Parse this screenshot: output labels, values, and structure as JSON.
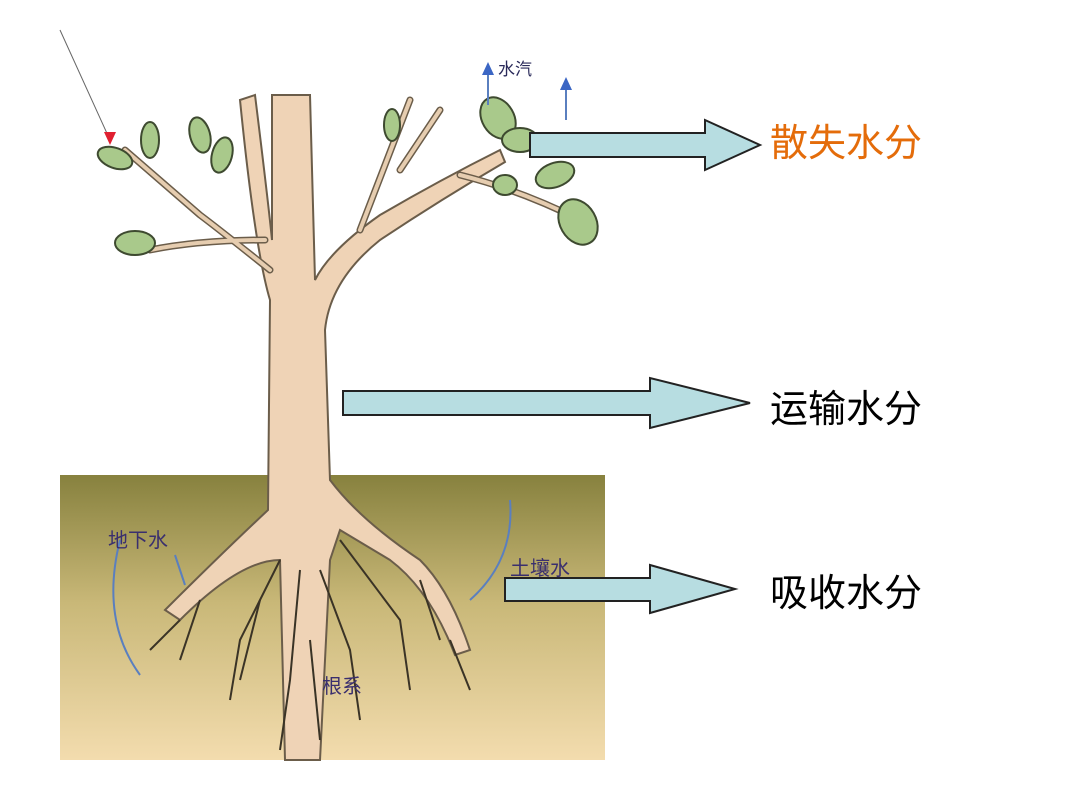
{
  "labels": {
    "lose_water": "散失水分",
    "transport_water": "运输水分",
    "absorb_water": "吸收水分"
  },
  "illustration": {
    "vapor": "水汽",
    "groundwater": "地下水",
    "soil_water": "土壤水",
    "root_system": "根系"
  },
  "colors": {
    "accent_orange": "#e46c0a",
    "arrow_fill": "#b7dde1",
    "soil_top": "#87813e",
    "soil_bottom": "#f3dcae"
  }
}
